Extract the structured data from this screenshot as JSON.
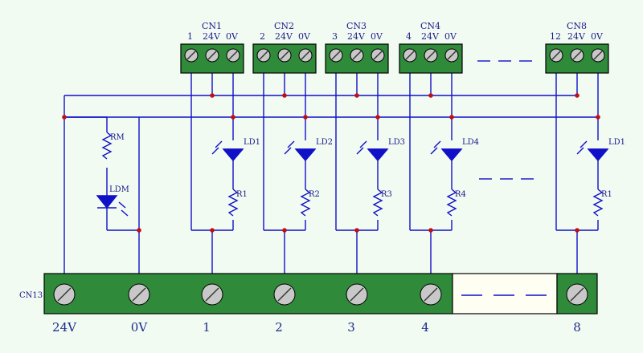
{
  "connectors": [
    {
      "name": "CN1",
      "pins": [
        "1",
        "24V",
        "0V"
      ]
    },
    {
      "name": "CN2",
      "pins": [
        "2",
        "24V",
        "0V"
      ]
    },
    {
      "name": "CN3",
      "pins": [
        "3",
        "24V",
        "0V"
      ]
    },
    {
      "name": "CN4",
      "pins": [
        "4",
        "24V",
        "0V"
      ]
    },
    {
      "name": "CN8",
      "pins": [
        "12",
        "24V",
        "0V"
      ]
    }
  ],
  "channel_leds": [
    "LD1",
    "LD2",
    "LD3",
    "LD4",
    "LD1"
  ],
  "channel_resistors": [
    "R1",
    "R2",
    "R3",
    "R4",
    "R1"
  ],
  "indicator": {
    "resistor": "RM",
    "led": "LDM"
  },
  "bottom_connector": {
    "name": "CN13",
    "terminals": [
      "24V",
      "0V",
      "1",
      "2",
      "3",
      "4",
      "8"
    ]
  },
  "colors": {
    "wire": "#1010c8",
    "terminal_block": "#2f8a3a",
    "junction": "#c01010",
    "background": "#f2fbf2"
  }
}
